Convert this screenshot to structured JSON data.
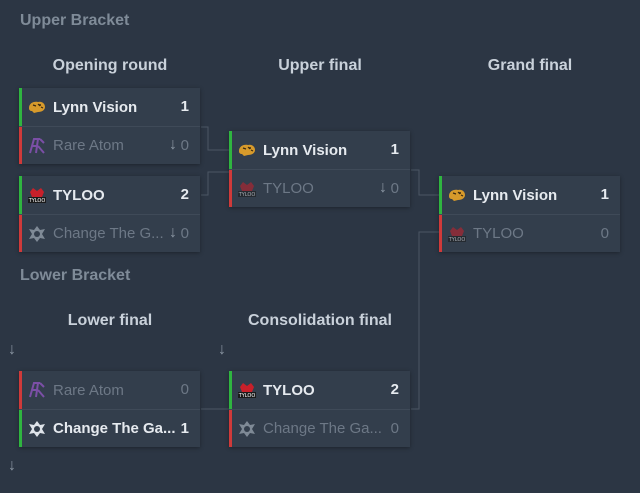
{
  "sections": {
    "upper_bracket": "Upper Bracket",
    "lower_bracket": "Lower Bracket"
  },
  "rounds": {
    "opening": "Opening round",
    "upper_final": "Upper final",
    "grand_final": "Grand final",
    "lower_final": "Lower final",
    "consolidation_final": "Consolidation final"
  },
  "matches": {
    "opening_1": {
      "team1": {
        "name": "Lynn Vision",
        "score": "1",
        "icon": "tiger-icon",
        "result": "win"
      },
      "team2": {
        "name": "Rare Atom",
        "score": "0",
        "icon": "rare-atom-icon",
        "result": "lose"
      }
    },
    "opening_2": {
      "team1": {
        "name": "TYLOO",
        "score": "2",
        "icon": "tyloo-icon",
        "result": "win"
      },
      "team2": {
        "name": "Change The G...",
        "score": "0",
        "icon": "change-the-game-icon",
        "result": "lose"
      }
    },
    "upper_final": {
      "team1": {
        "name": "Lynn Vision",
        "score": "1",
        "icon": "tiger-icon",
        "result": "win"
      },
      "team2": {
        "name": "TYLOO",
        "score": "0",
        "icon": "tyloo-icon",
        "result": "lose"
      }
    },
    "grand_final": {
      "team1": {
        "name": "Lynn Vision",
        "score": "1",
        "icon": "tiger-icon",
        "result": "win"
      },
      "team2": {
        "name": "TYLOO",
        "score": "0",
        "icon": "tyloo-icon",
        "result": "lose"
      }
    },
    "lower_final": {
      "team1": {
        "name": "Rare Atom",
        "score": "0",
        "icon": "rare-atom-icon",
        "result": "lose"
      },
      "team2": {
        "name": "Change The Ga...",
        "score": "1",
        "icon": "change-the-game-icon",
        "result": "win"
      }
    },
    "consolidation_final": {
      "team1": {
        "name": "TYLOO",
        "score": "2",
        "icon": "tyloo-icon",
        "result": "win"
      },
      "team2": {
        "name": "Change The Ga...",
        "score": "0",
        "icon": "change-the-game-icon",
        "result": "lose"
      }
    }
  },
  "colors": {
    "win": "#2fb540",
    "lose": "#cf3a3a",
    "background": "#2c3644",
    "card": "#333e4c"
  }
}
